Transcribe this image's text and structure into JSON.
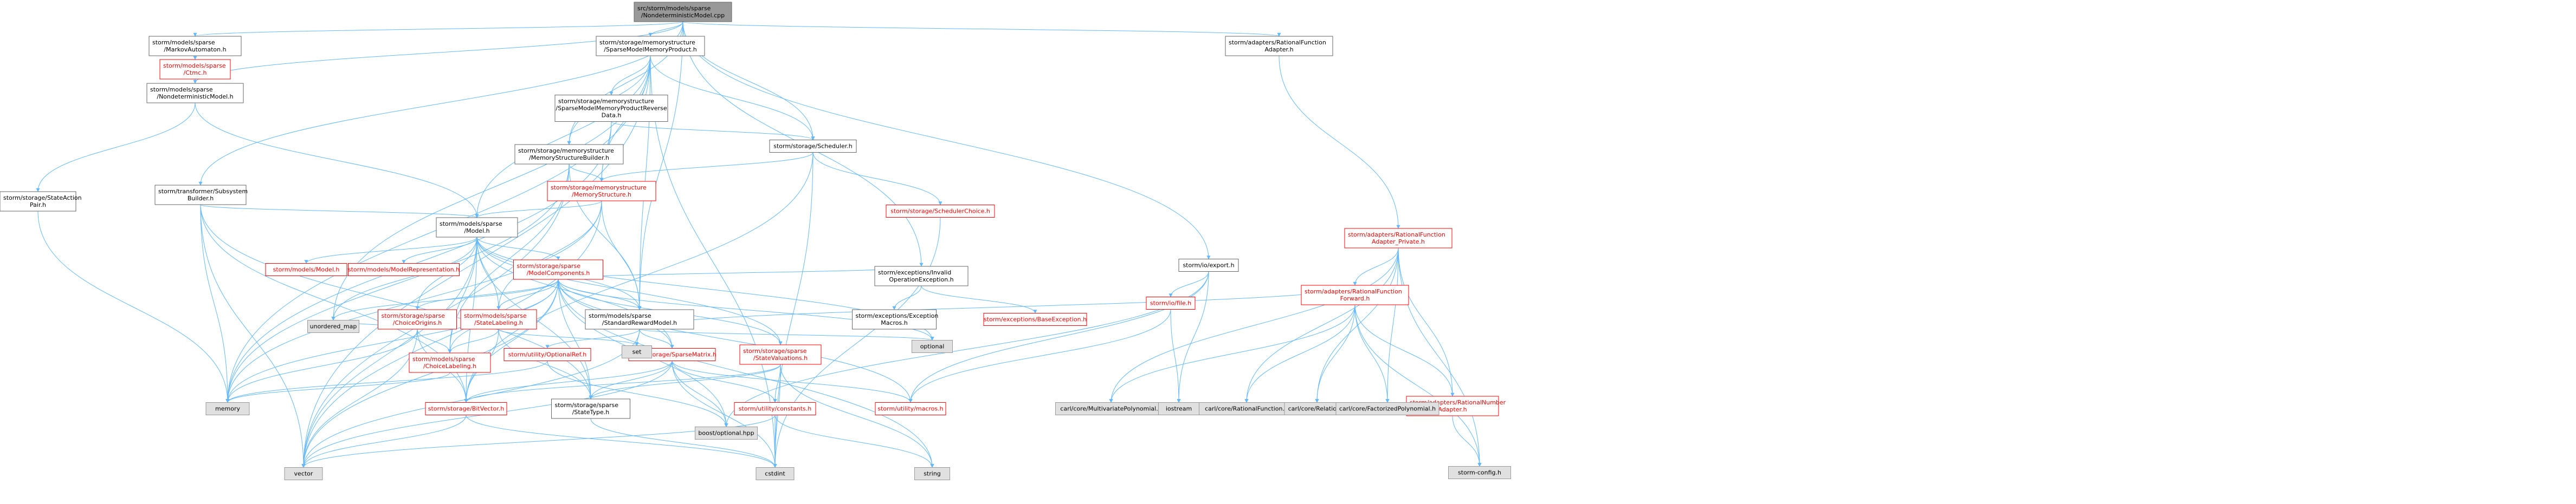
{
  "colors": {
    "root_fill": "#999999",
    "node_fill": "#ffffff",
    "node_border": "#666666",
    "external_fill": "#e0e0e0",
    "external_border": "#999999",
    "red_text": "#ff0000",
    "black_text": "#000000",
    "edge": "#63b8ff"
  },
  "nodes": [
    {
      "id": "root",
      "lines": [
        "src/storm/models/sparse",
        "/NondeterministicModel.cpp"
      ],
      "kind": "root"
    },
    {
      "id": "markov",
      "lines": [
        "storm/models/sparse",
        "/MarkovAutomaton.h"
      ],
      "kind": "normal"
    },
    {
      "id": "ctmc",
      "lines": [
        "storm/models/sparse",
        "/Ctmc.h"
      ],
      "kind": "red"
    },
    {
      "id": "ndm",
      "lines": [
        "storm/models/sparse",
        "/NondeterministicModel.h"
      ],
      "kind": "normal"
    },
    {
      "id": "sap",
      "lines": [
        "storm/storage/StateAction",
        "Pair.h"
      ],
      "kind": "normal"
    },
    {
      "id": "smmp",
      "lines": [
        "storm/storage/memorystructure",
        "/SparseModelMemoryProduct.h"
      ],
      "kind": "normal"
    },
    {
      "id": "smmprd",
      "lines": [
        "storm/storage/memorystructure",
        "/SparseModelMemoryProductReverse",
        "Data.h"
      ],
      "kind": "normal"
    },
    {
      "id": "msb",
      "lines": [
        "storm/storage/memorystructure",
        "/MemoryStructureBuilder.h"
      ],
      "kind": "normal"
    },
    {
      "id": "ms",
      "lines": [
        "storm/storage/memorystructure",
        "/MemoryStructure.h"
      ],
      "kind": "red"
    },
    {
      "id": "sched",
      "lines": [
        "storm/storage/Scheduler.h"
      ],
      "kind": "normal"
    },
    {
      "id": "schedchoice",
      "lines": [
        "storm/storage/SchedulerChoice.h"
      ],
      "kind": "red"
    },
    {
      "id": "tsb",
      "lines": [
        "storm/transformer/Subsystem",
        "Builder.h"
      ],
      "kind": "normal"
    },
    {
      "id": "model",
      "lines": [
        "storm/models/sparse",
        "/Model.h"
      ],
      "kind": "normal"
    },
    {
      "id": "mmodel",
      "lines": [
        "storm/models/Model.h"
      ],
      "kind": "red"
    },
    {
      "id": "mrep",
      "lines": [
        "storm/models/ModelRepresentation.h"
      ],
      "kind": "red"
    },
    {
      "id": "mcomp",
      "lines": [
        "storm/storage/sparse",
        "/ModelComponents.h"
      ],
      "kind": "red"
    },
    {
      "id": "choiceorig",
      "lines": [
        "storm/storage/sparse",
        "/ChoiceOrigins.h"
      ],
      "kind": "red"
    },
    {
      "id": "statelab",
      "lines": [
        "storm/models/sparse",
        "/StateLabeling.h"
      ],
      "kind": "red"
    },
    {
      "id": "choicelab",
      "lines": [
        "storm/models/sparse",
        "/ChoiceLabeling.h"
      ],
      "kind": "red"
    },
    {
      "id": "srm",
      "lines": [
        "storm/models/sparse",
        "/StandardRewardModel.h"
      ],
      "kind": "normal"
    },
    {
      "id": "optref",
      "lines": [
        "storm/utility/OptionalRef.h"
      ],
      "kind": "red"
    },
    {
      "id": "spm",
      "lines": [
        "storm/storage/SparseMatrix.h"
      ],
      "kind": "red"
    },
    {
      "id": "stval",
      "lines": [
        "storm/storage/sparse",
        "/StateValuations.h"
      ],
      "kind": "red"
    },
    {
      "id": "bitv",
      "lines": [
        "storm/storage/BitVector.h"
      ],
      "kind": "red"
    },
    {
      "id": "sttype",
      "lines": [
        "storm/storage/sparse",
        "/StateType.h"
      ],
      "kind": "normal"
    },
    {
      "id": "uconst",
      "lines": [
        "storm/utility/constants.h"
      ],
      "kind": "red"
    },
    {
      "id": "umacros",
      "lines": [
        "storm/utility/macros.h"
      ],
      "kind": "red"
    },
    {
      "id": "invop",
      "lines": [
        "storm/exceptions/Invalid",
        "OperationException.h"
      ],
      "kind": "normal"
    },
    {
      "id": "excmacros",
      "lines": [
        "storm/exceptions/Exception",
        "Macros.h"
      ],
      "kind": "normal"
    },
    {
      "id": "baseexc",
      "lines": [
        "storm/exceptions/BaseException.h"
      ],
      "kind": "red"
    },
    {
      "id": "ioexport",
      "lines": [
        "storm/io/export.h"
      ],
      "kind": "normal"
    },
    {
      "id": "iofile",
      "lines": [
        "storm/io/file.h"
      ],
      "kind": "red"
    },
    {
      "id": "adrf",
      "lines": [
        "storm/adapters/RationalFunction",
        "Adapter.h"
      ],
      "kind": "normal"
    },
    {
      "id": "adrfp",
      "lines": [
        "storm/adapters/RationalFunction",
        "Adapter_Private.h"
      ],
      "kind": "red"
    },
    {
      "id": "adrff",
      "lines": [
        "storm/adapters/RationalFunction",
        "Forward.h"
      ],
      "kind": "red"
    },
    {
      "id": "adrn",
      "lines": [
        "storm/adapters/RationalNumber",
        "Adapter.h"
      ],
      "kind": "red"
    },
    {
      "id": "stormconfig",
      "lines": [
        "storm-config.h"
      ],
      "kind": "external"
    },
    {
      "id": "carlmvp",
      "lines": [
        "carl/core/MultivariatePolynomial.h"
      ],
      "kind": "external"
    },
    {
      "id": "carlrf",
      "lines": [
        "carl/core/RationalFunction.h"
      ],
      "kind": "external"
    },
    {
      "id": "carlrel",
      "lines": [
        "carl/core/Relation.h"
      ],
      "kind": "external"
    },
    {
      "id": "carlfp",
      "lines": [
        "carl/core/FactorizedPolynomial.h"
      ],
      "kind": "external"
    },
    {
      "id": "unordered_map",
      "lines": [
        "unordered_map"
      ],
      "kind": "external"
    },
    {
      "id": "memory",
      "lines": [
        "memory"
      ],
      "kind": "external"
    },
    {
      "id": "vector",
      "lines": [
        "vector"
      ],
      "kind": "external"
    },
    {
      "id": "set",
      "lines": [
        "set"
      ],
      "kind": "external"
    },
    {
      "id": "optional",
      "lines": [
        "optional"
      ],
      "kind": "external"
    },
    {
      "id": "boostopt",
      "lines": [
        "boost/optional.hpp"
      ],
      "kind": "external"
    },
    {
      "id": "cstdint",
      "lines": [
        "cstdint"
      ],
      "kind": "external"
    },
    {
      "id": "string",
      "lines": [
        "string"
      ],
      "kind": "external"
    },
    {
      "id": "iostream",
      "lines": [
        "iostream"
      ],
      "kind": "external"
    }
  ],
  "edges": [
    [
      "root",
      "markov"
    ],
    [
      "root",
      "ndm"
    ],
    [
      "root",
      "smmp"
    ],
    [
      "root",
      "sched"
    ],
    [
      "root",
      "tsb"
    ],
    [
      "root",
      "srm"
    ],
    [
      "root",
      "invop"
    ],
    [
      "root",
      "ioexport"
    ],
    [
      "root",
      "adrf"
    ],
    [
      "root",
      "msb"
    ],
    [
      "markov",
      "ctmc"
    ],
    [
      "markov",
      "ndm"
    ],
    [
      "ndm",
      "model"
    ],
    [
      "ndm",
      "sap"
    ],
    [
      "sap",
      "memory"
    ],
    [
      "smmp",
      "smmprd"
    ],
    [
      "smmp",
      "msb"
    ],
    [
      "smmp",
      "ms"
    ],
    [
      "smmp",
      "sched"
    ],
    [
      "smmp",
      "model"
    ],
    [
      "smmp",
      "srm"
    ],
    [
      "smmp",
      "unordered_map"
    ],
    [
      "smmp",
      "memory"
    ],
    [
      "smmp",
      "vector"
    ],
    [
      "smmp",
      "cstdint"
    ],
    [
      "smmprd",
      "sched"
    ],
    [
      "smmprd",
      "ms"
    ],
    [
      "smmprd",
      "memory"
    ],
    [
      "msb",
      "ms"
    ],
    [
      "msb",
      "srm"
    ],
    [
      "msb",
      "choicelab"
    ],
    [
      "msb",
      "memory"
    ],
    [
      "msb",
      "vector"
    ],
    [
      "ms",
      "model"
    ],
    [
      "ms",
      "statelab"
    ],
    [
      "ms",
      "srm"
    ],
    [
      "ms",
      "vector"
    ],
    [
      "ms",
      "memory"
    ],
    [
      "sched",
      "ms"
    ],
    [
      "sched",
      "schedchoice"
    ],
    [
      "sched",
      "bitv"
    ],
    [
      "sched",
      "cstdint"
    ],
    [
      "schedchoice",
      "cstdint"
    ],
    [
      "tsb",
      "model"
    ],
    [
      "tsb",
      "bitv"
    ],
    [
      "tsb",
      "memory"
    ],
    [
      "tsb",
      "vector"
    ],
    [
      "tsb",
      "sttype"
    ],
    [
      "model",
      "mmodel"
    ],
    [
      "model",
      "mrep"
    ],
    [
      "model",
      "mcomp"
    ],
    [
      "model",
      "choiceorig"
    ],
    [
      "model",
      "statelab"
    ],
    [
      "model",
      "choicelab"
    ],
    [
      "model",
      "srm"
    ],
    [
      "model",
      "stval"
    ],
    [
      "model",
      "spm"
    ],
    [
      "model",
      "sttype"
    ],
    [
      "model",
      "unordered_map"
    ],
    [
      "model",
      "optional"
    ],
    [
      "model",
      "vector"
    ],
    [
      "model",
      "bitv"
    ],
    [
      "mcomp",
      "choiceorig"
    ],
    [
      "mcomp",
      "statelab"
    ],
    [
      "mcomp",
      "choicelab"
    ],
    [
      "mcomp",
      "srm"
    ],
    [
      "mcomp",
      "stval"
    ],
    [
      "mcomp",
      "spm"
    ],
    [
      "mcomp",
      "sttype"
    ],
    [
      "mcomp",
      "bitv"
    ],
    [
      "mcomp",
      "umacros"
    ],
    [
      "mcomp",
      "invop"
    ],
    [
      "mcomp",
      "unordered_map"
    ],
    [
      "mcomp",
      "memory"
    ],
    [
      "mcomp",
      "vector"
    ],
    [
      "mcomp",
      "optional"
    ],
    [
      "mcomp",
      "boostopt"
    ],
    [
      "mcomp",
      "string"
    ],
    [
      "choiceorig",
      "choicelab"
    ],
    [
      "choiceorig",
      "bitv"
    ],
    [
      "choiceorig",
      "memory"
    ],
    [
      "choiceorig",
      "vector"
    ],
    [
      "choiceorig",
      "unordered_map"
    ],
    [
      "statelab",
      "bitv"
    ],
    [
      "statelab",
      "sttype"
    ],
    [
      "statelab",
      "set"
    ],
    [
      "statelab",
      "choicelab"
    ],
    [
      "choicelab",
      "memory"
    ],
    [
      "srm",
      "optref"
    ],
    [
      "srm",
      "spm"
    ],
    [
      "srm",
      "adrff"
    ],
    [
      "srm",
      "set"
    ],
    [
      "srm",
      "vector"
    ],
    [
      "srm",
      "optional"
    ],
    [
      "optref",
      "memory"
    ],
    [
      "optref",
      "boostopt"
    ],
    [
      "spm",
      "bitv"
    ],
    [
      "spm",
      "sttype"
    ],
    [
      "spm",
      "uconst"
    ],
    [
      "spm",
      "umacros"
    ],
    [
      "spm",
      "boostopt"
    ],
    [
      "spm",
      "cstdint"
    ],
    [
      "spm",
      "vector"
    ],
    [
      "stval",
      "bitv"
    ],
    [
      "stval",
      "sttype"
    ],
    [
      "stval",
      "uconst"
    ],
    [
      "stval",
      "cstdint"
    ],
    [
      "stval",
      "string"
    ],
    [
      "bitv",
      "vector"
    ],
    [
      "bitv",
      "cstdint"
    ],
    [
      "sttype",
      "cstdint"
    ],
    [
      "uconst",
      "vector"
    ],
    [
      "uconst",
      "cstdint"
    ],
    [
      "uconst",
      "string"
    ],
    [
      "invop",
      "excmacros"
    ],
    [
      "invop",
      "baseexc"
    ],
    [
      "ioexport",
      "iofile"
    ],
    [
      "ioexport",
      "umacros"
    ],
    [
      "ioexport",
      "iostream"
    ],
    [
      "ioexport",
      "boostopt"
    ],
    [
      "iofile",
      "iostream"
    ],
    [
      "iofile",
      "umacros"
    ],
    [
      "adrf",
      "adrfp"
    ],
    [
      "adrfp",
      "adrff"
    ],
    [
      "adrfp",
      "adrn"
    ],
    [
      "adrfp",
      "carlmvp"
    ],
    [
      "adrfp",
      "carlrf"
    ],
    [
      "adrfp",
      "carlrel"
    ],
    [
      "adrfp",
      "carlfp"
    ],
    [
      "adrfp",
      "stormconfig"
    ],
    [
      "adrff",
      "adrn"
    ],
    [
      "adrff",
      "carlmvp"
    ],
    [
      "adrff",
      "carlrf"
    ],
    [
      "adrff",
      "carlrel"
    ],
    [
      "adrff",
      "carlfp"
    ],
    [
      "adrff",
      "stormconfig"
    ],
    [
      "adrn",
      "stormconfig"
    ]
  ]
}
